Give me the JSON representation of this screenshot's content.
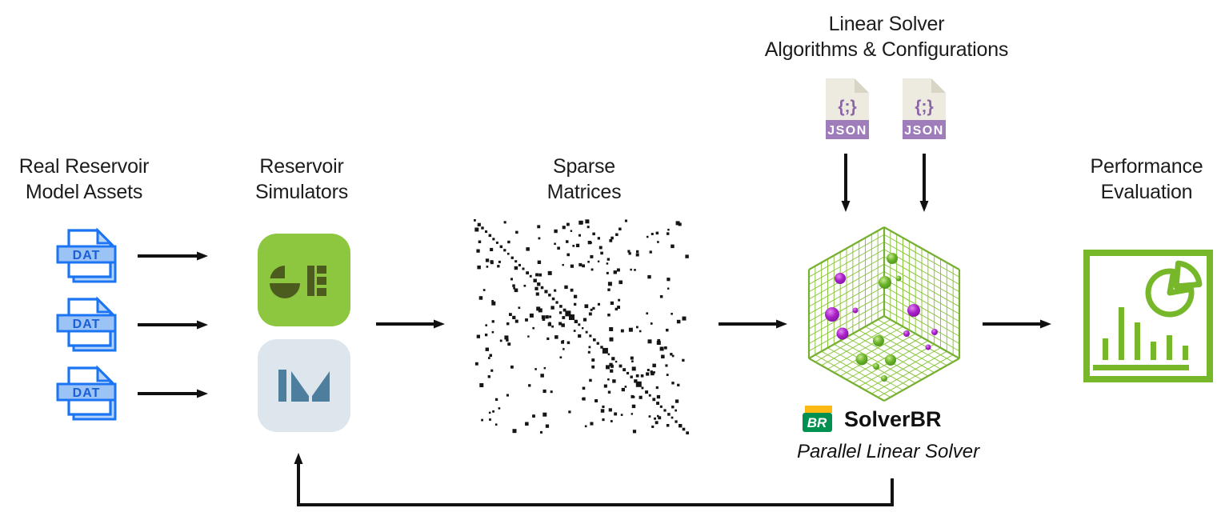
{
  "stages": {
    "assets": {
      "line1": "Real Reservoir",
      "line2": "Model Assets"
    },
    "simulators": {
      "line1": "Reservoir",
      "line2": "Simulators"
    },
    "matrices": {
      "line1": "Sparse",
      "line2": "Matrices"
    },
    "configs": {
      "line1": "Linear Solver",
      "line2": "Algorithms & Configurations"
    },
    "evaluation": {
      "line1": "Performance",
      "line2": "Evaluation"
    }
  },
  "badges": {
    "dat": "DAT",
    "json": "JSON",
    "json_glyph": "{;}"
  },
  "solverbr": {
    "logo": "BR",
    "name": "SolverBR",
    "subtitle": "Parallel Linear Solver"
  },
  "icon_names": [
    "dat-file-icon",
    "eclipse-simulator-icon",
    "imex-simulator-icon",
    "sparse-matrix-plot",
    "json-file-icon",
    "solver-cube-icon",
    "petrobras-br-logo",
    "performance-chart-icon",
    "arrow-right",
    "arrow-down",
    "feedback-arrow"
  ],
  "colors": {
    "dat_blue": "#1b74f3",
    "dat_fill_light": "#9cc3f6",
    "simulator_green": "#8dc63f",
    "simulator_logo_dark": "#4b5c1e",
    "imex_bg": "#dde6ec",
    "imex_logo": "#4e7e9d",
    "json_paper": "#edeadf",
    "json_fold": "#d8d5c5",
    "json_purple": "#9f7cba",
    "json_glyph_purple": "#8a63a8",
    "cube_grid_green": "#8cc63e",
    "cube_edge_green": "#76b030",
    "sphere_green": "#5ea321",
    "sphere_purple": "#a21cc9",
    "br_yellow": "#fdb913",
    "br_green": "#009150",
    "performance_green": "#76b82a",
    "arrow_black": "#111111",
    "text_black": "#1c1c1c",
    "matrix_dot": "#151515"
  }
}
